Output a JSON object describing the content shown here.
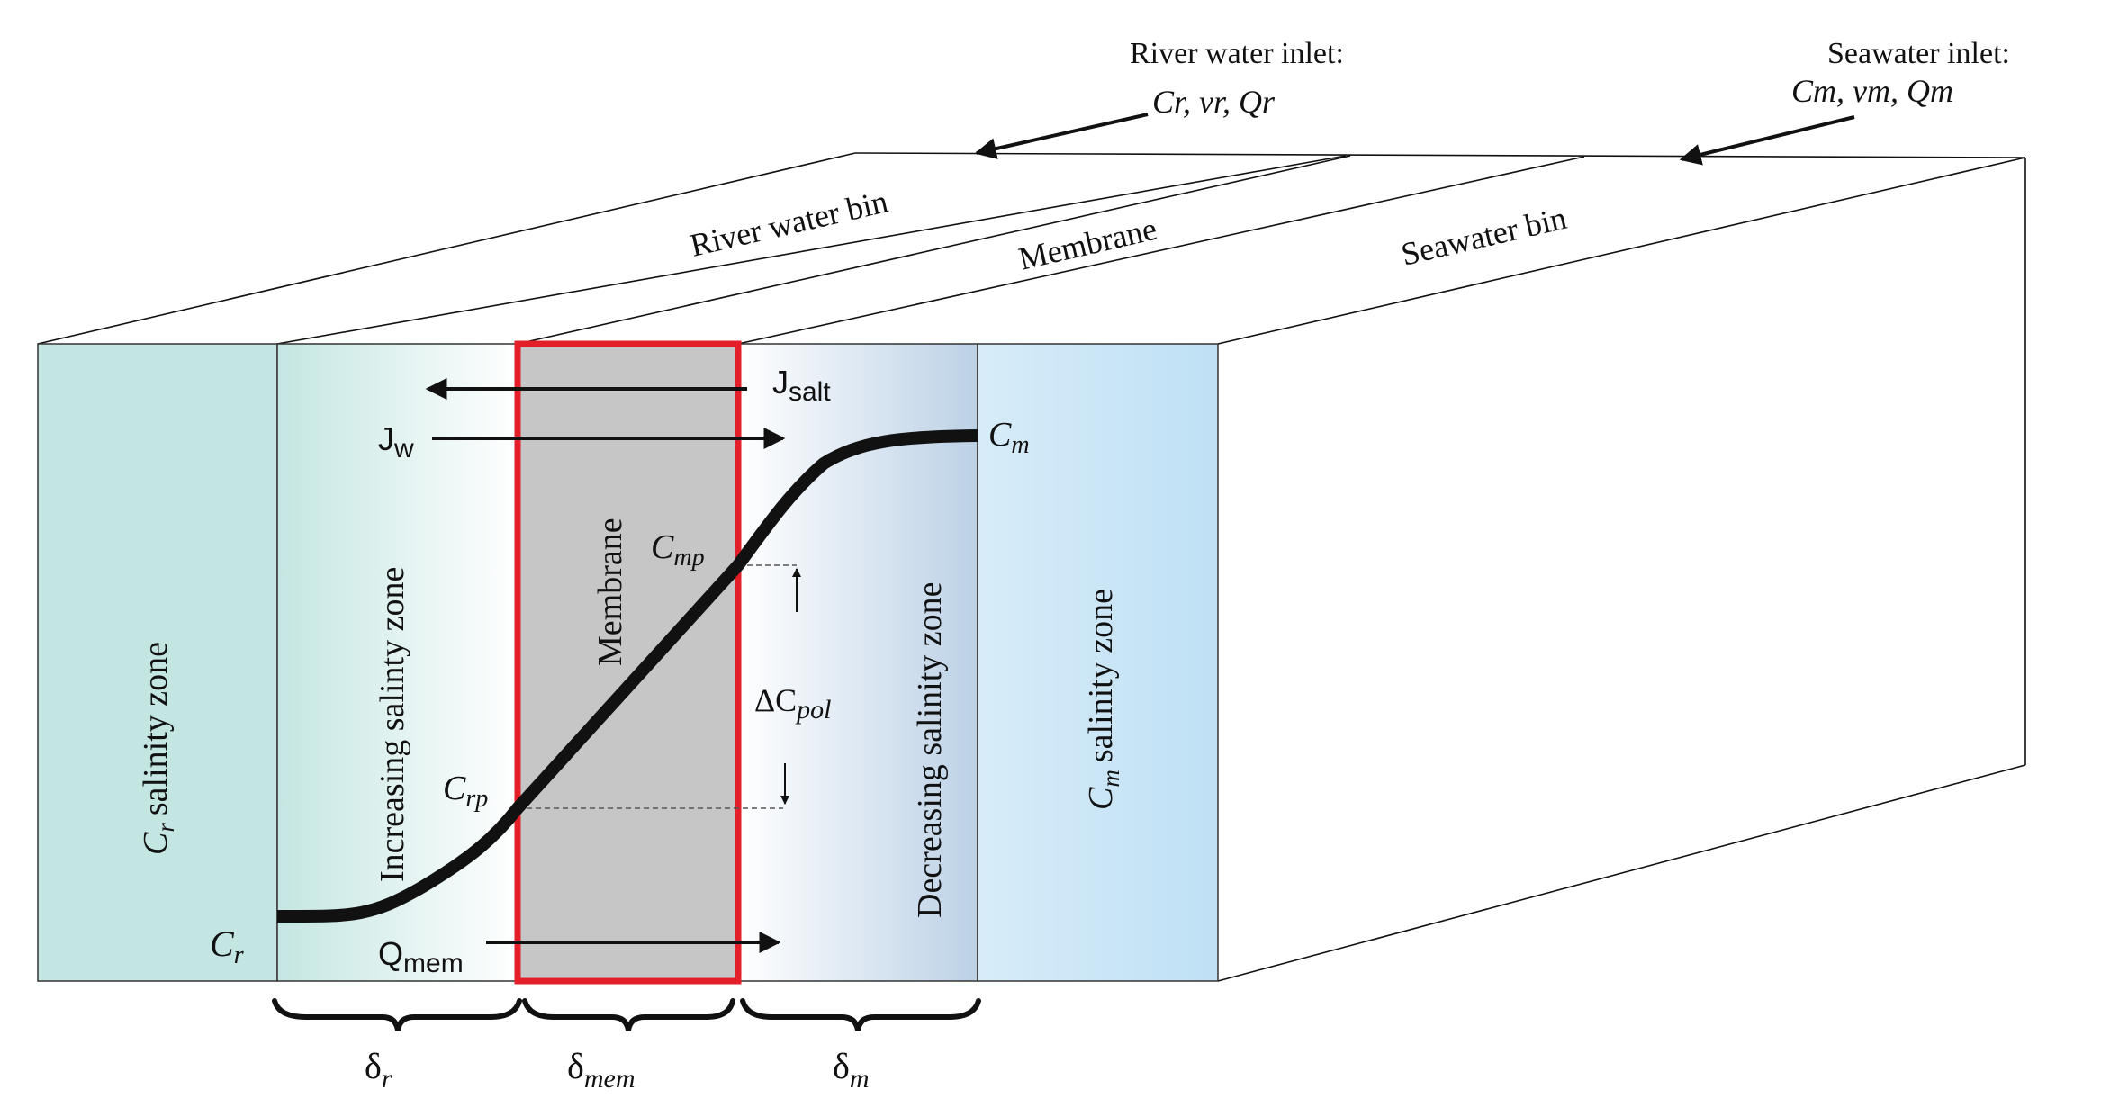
{
  "inlets": {
    "river_title": "River water inlet:",
    "river_vars": "Cr, vr, Qr",
    "sea_title": "Seawater inlet:",
    "sea_vars": "Cm, vm, Qm"
  },
  "top_labels": {
    "river_bin": "River water bin",
    "membrane": "Membrane",
    "seawater_bin": "Seawater bin"
  },
  "zones": {
    "cr_zone": "salinity zone",
    "increasing": "Increasing salinty zone",
    "membrane": "Membrane",
    "decreasing": "Decreasing salinity zone",
    "cm_zone": "salinity zone"
  },
  "symbols": {
    "C": "C",
    "J": "J",
    "Q": "Q",
    "delta": "δ",
    "Delta_C": "ΔC",
    "r": "r",
    "m": "m",
    "rp": "rp",
    "mp": "mp",
    "w": "w",
    "salt": "salt",
    "mem": "mem",
    "pol": "pol"
  },
  "colors": {
    "river_zone": "#c4e6e2",
    "sea_zone": "#c9e4f6",
    "membrane_fill": "#c6c6c6",
    "membrane_border": "#e3202a",
    "curve": "#111111"
  }
}
